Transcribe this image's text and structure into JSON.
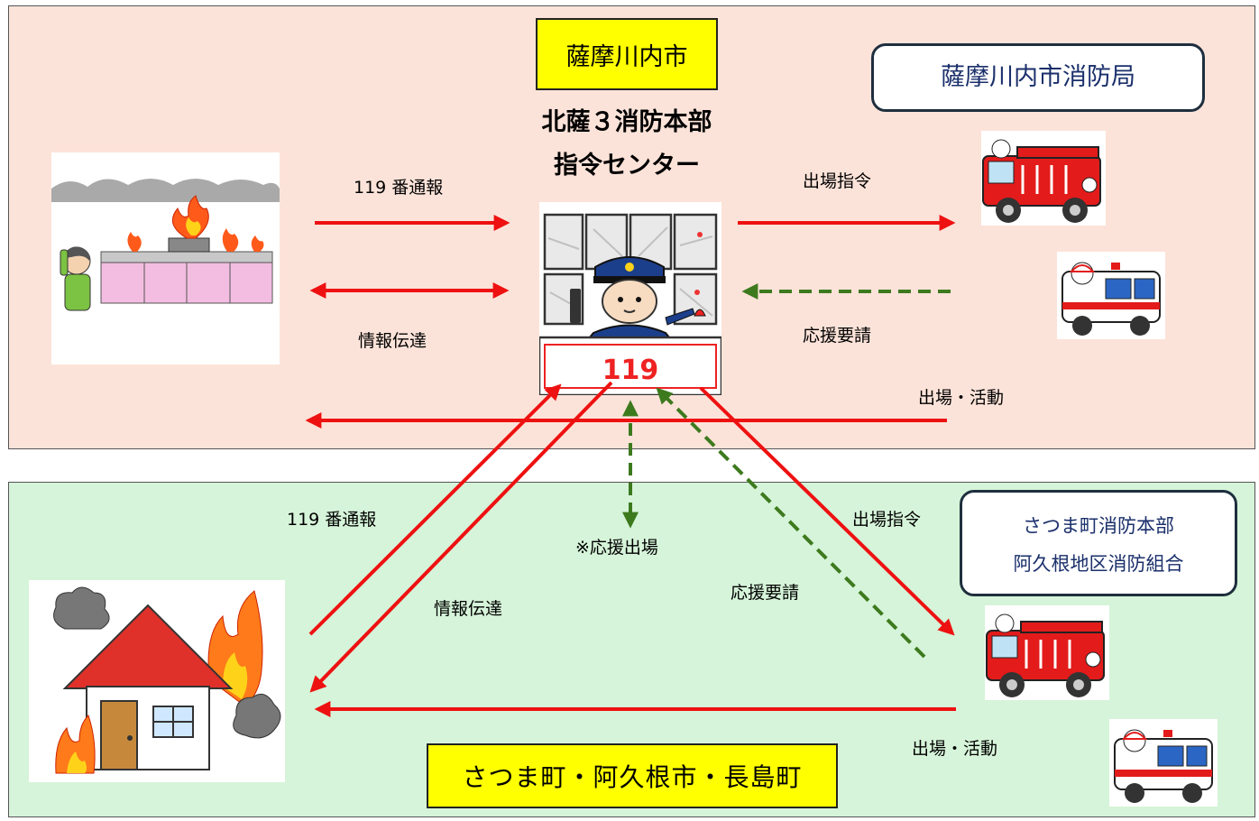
{
  "regions": {
    "top_city": "薩摩川内市",
    "bottom_city": "さつま町・阿久根市・長島町"
  },
  "hq": {
    "line1": "北薩３消防本部",
    "line2": "指令センター",
    "panel_number": "119"
  },
  "departments": {
    "top": "薩摩川内市消防局",
    "bottom_line1": "さつま町消防本部",
    "bottom_line2": "阿久根地区消防組合"
  },
  "labels": {
    "top_call": "119 番通報",
    "top_info": "情報伝達",
    "top_dispatch": "出場指令",
    "top_support_request": "応援要請",
    "top_activity": "出場・活動",
    "bottom_call": "119 番通報",
    "bottom_info": "情報伝達",
    "support_dispatch": "※応援出場",
    "bottom_support_request": "応援要請",
    "bottom_dispatch": "出場指令",
    "bottom_activity": "出場・活動"
  },
  "colors": {
    "red_arrow": "#ee1111",
    "green_arrow": "#3d7a1e",
    "top_region": "#fce3d9",
    "bottom_region": "#d6f4d9",
    "city_box": "#ffff00"
  }
}
